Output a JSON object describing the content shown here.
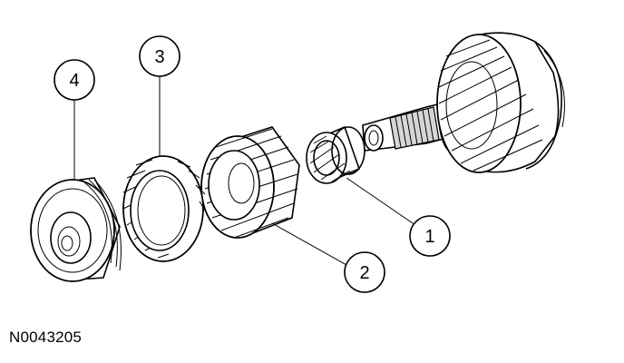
{
  "figure": {
    "reference_code": "N0043205",
    "callouts": [
      {
        "id": "1",
        "label": "1"
      },
      {
        "id": "2",
        "label": "2"
      },
      {
        "id": "3",
        "label": "3"
      },
      {
        "id": "4",
        "label": "4"
      }
    ]
  }
}
